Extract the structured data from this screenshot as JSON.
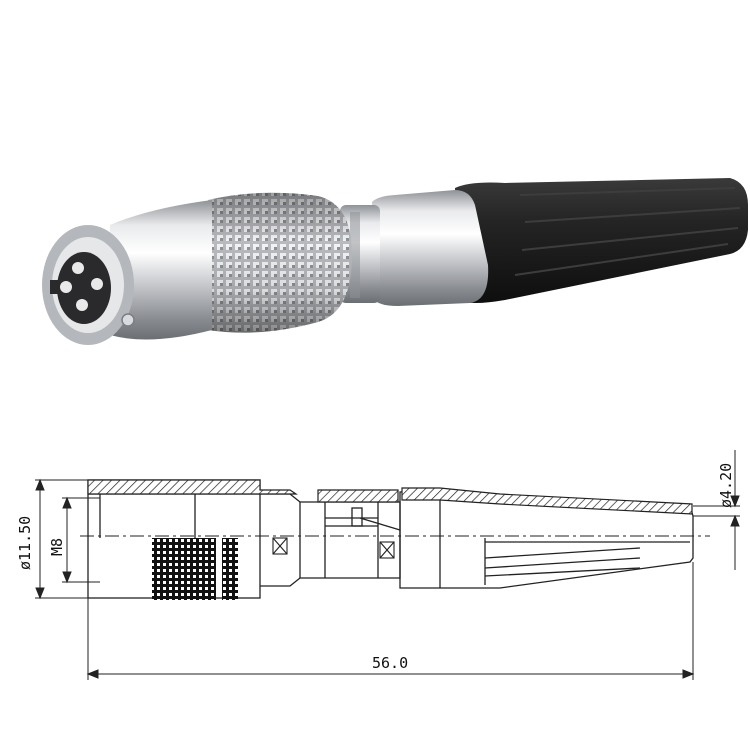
{
  "drawing": {
    "dim_overall_diameter": "ø11.50",
    "dim_thread": "M8",
    "dim_cable_diameter": "ø4.20",
    "dim_length": "56.0"
  },
  "photo": {
    "connector_body_color": "#c9cbce",
    "cable_boot_color": "#1c1c1c",
    "background_color": "#ffffff"
  }
}
